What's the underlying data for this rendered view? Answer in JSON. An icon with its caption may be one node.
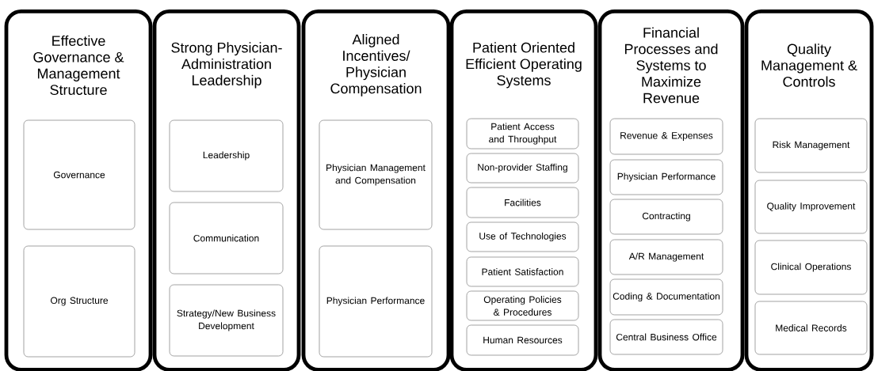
{
  "diagram": {
    "nodes": [
      {
        "text": [
          "Effective Governance & Management Structure"
        ]
      },
      {
        "text": [
          "Governance"
        ],
        "in": 0
      },
      {
        "text": [
          "Org Structure"
        ],
        "in": 0
      },
      {
        "text": [
          "Strong Physician-Administration Leadership"
        ]
      },
      {
        "text": [
          "Leadership"
        ],
        "in": 3
      },
      {
        "text": [
          "Communication"
        ],
        "in": 3
      },
      {
        "text": [
          "Strategy/New Business Development"
        ],
        "in": 3
      },
      {
        "text": [
          "Aligned Incentives/ Physician Compensation"
        ]
      },
      {
        "text": [
          "Physician Management and Compensation"
        ],
        "in": 7
      },
      {
        "text": [
          "Physician Performance"
        ],
        "in": 7
      },
      {
        "text": [
          "Patient Oriented Efficient Operating Systems"
        ]
      },
      {
        "text": [
          "Patient Access and Throughput"
        ],
        "in": 10
      },
      {
        "text": [
          "Non-provider Staffing"
        ],
        "in": 10
      },
      {
        "text": [
          "Facilities"
        ],
        "in": 10
      },
      {
        "text": [
          "Use of Technologies"
        ],
        "in": 10
      },
      {
        "text": [
          "Patient Satisfaction"
        ],
        "in": 10
      },
      {
        "text": [
          "Operating Policies & Procedures"
        ],
        "in": 10
      },
      {
        "text": [
          "Human Resources"
        ],
        "in": 10
      },
      {
        "text": [
          "Financial Processes and Systems to Maximize Revenue"
        ]
      },
      {
        "text": [
          "Revenue & Expenses"
        ],
        "in": 18
      },
      {
        "text": [
          "Physician Performance"
        ],
        "in": 18
      },
      {
        "text": [
          "Contracting"
        ],
        "in": 18
      },
      {
        "text": [
          "A/R Management"
        ],
        "in": 18
      },
      {
        "text": [
          "Coding & Documentation"
        ],
        "in": 18
      },
      {
        "text": [
          "Central Business Office"
        ],
        "in": 18
      },
      {
        "text": [
          "Quality Management & Controls"
        ]
      },
      {
        "text": [
          "Risk Management"
        ],
        "in": 25
      },
      {
        "text": [
          "Quality Improvement"
        ],
        "in": 25
      },
      {
        "text": [
          "Clinical Operations"
        ],
        "in": 25
      },
      {
        "text": [
          "Medical Records"
        ],
        "in": 25
      }
    ]
  }
}
